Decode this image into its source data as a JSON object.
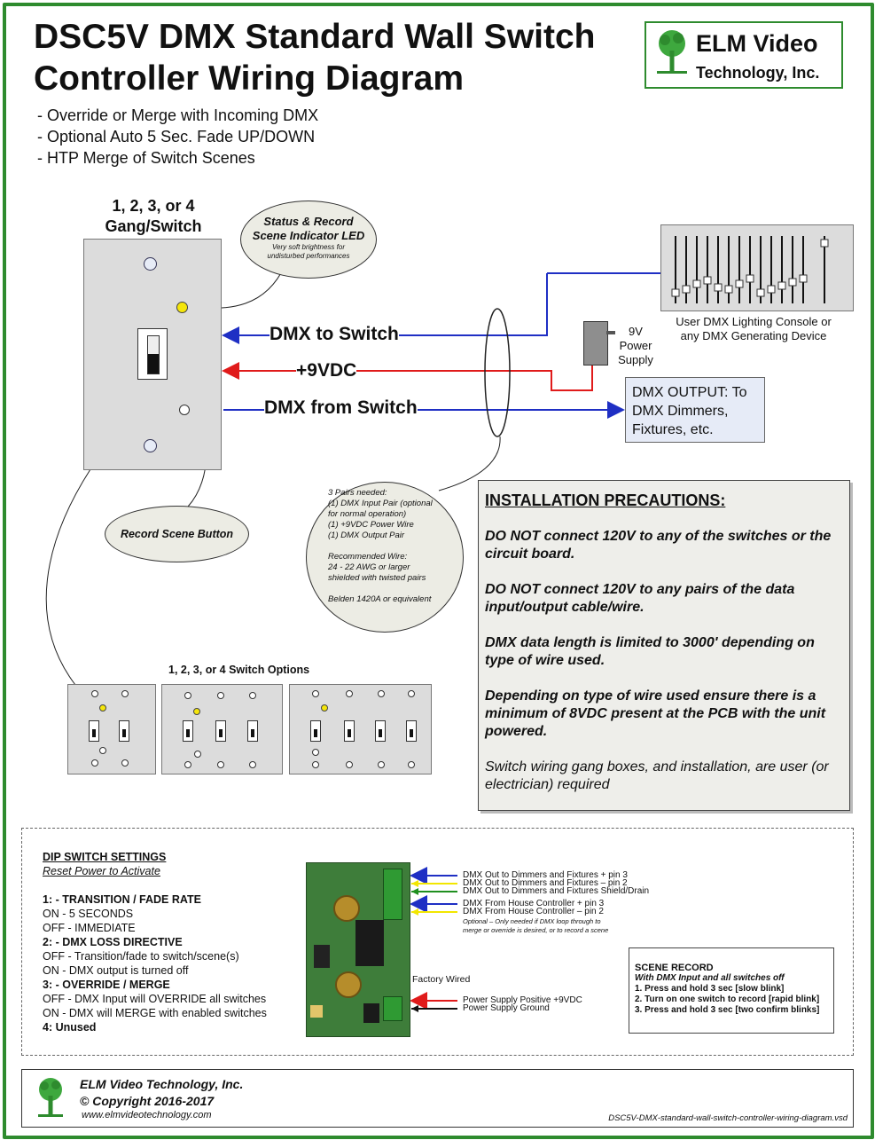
{
  "header": {
    "title_line1": "DSC5V DMX Standard Wall Switch",
    "title_line2": "Controller Wiring Diagram",
    "bullets": [
      "- Override or Merge with Incoming DMX",
      "- Optional Auto 5 Sec. Fade UP/DOWN",
      "- HTP Merge of Switch Scenes"
    ]
  },
  "logo": {
    "name_line1": "ELM Video",
    "name_line2": "Technology, Inc.",
    "icon": "tree-icon",
    "color": "#2e8b2e"
  },
  "switch": {
    "title_line1": "1, 2, 3, or 4",
    "title_line2": "Gang/Switch",
    "led_note_title_line1": "Status & Record",
    "led_note_title_line2": "Scene Indicator LED",
    "led_note_sub_line1": "Very soft brightness for",
    "led_note_sub_line2": "undisturbed performances",
    "record_button_note": "Record Scene Button"
  },
  "wires": {
    "dmx_to": "DMX to Switch",
    "power": "+9VDC",
    "dmx_from": "DMX from Switch",
    "dmx_color": "#1f2fc4",
    "power_color": "#e01b1b"
  },
  "console": {
    "caption_line1": "User DMX Lighting Console or",
    "caption_line2": "any DMX Generating Device"
  },
  "psu": {
    "line1": "9V",
    "line2": "Power",
    "line3": "Supply"
  },
  "dmx_output": {
    "line1": "DMX OUTPUT: To",
    "line2": "DMX Dimmers,",
    "line3": "Fixtures, etc."
  },
  "cable_note": [
    "3 Pairs needed:",
    "(1) DMX Input Pair (optional",
    "for normal operation)",
    "(1) +9VDC Power Wire",
    "(1) DMX Output Pair",
    "",
    "Recommended Wire:",
    "24 - 22 AWG or larger",
    "shielded with twisted pairs",
    "",
    "Belden 1420A or equivalent"
  ],
  "precautions": {
    "heading": "INSTALLATION PRECAUTIONS:",
    "p1": "DO NOT connect 120V to any of the switches or the circuit board.",
    "p2": "DO NOT connect 120V to any pairs of the data input/output cable/wire.",
    "p3": "DMX data length is limited to 3000' depending on type of wire used.",
    "p4": "Depending on type of wire used ensure there is a minimum of 8VDC present at the PCB with the unit powered.",
    "p5": "Switch wiring gang boxes, and installation, are user (or electrician) required"
  },
  "options_title": "1, 2, 3, or 4 Switch Options",
  "dip": {
    "heading": "DIP SWITCH SETTINGS",
    "subheading": "Reset Power to Activate",
    "lines": [
      {
        "text": "1: - TRANSITION / FADE RATE",
        "bold": true
      },
      {
        "text": "ON - 5 SECONDS",
        "bold": false
      },
      {
        "text": "OFF - IMMEDIATE",
        "bold": false
      },
      {
        "text": "2: - DMX LOSS DIRECTIVE",
        "bold": true
      },
      {
        "text": "OFF - Transition/fade to switch/scene(s)",
        "bold": false
      },
      {
        "text": "ON - DMX output is turned off",
        "bold": false
      },
      {
        "text": "3: - OVERRIDE / MERGE",
        "bold": true
      },
      {
        "text": "OFF - DMX Input will OVERRIDE all switches",
        "bold": false
      },
      {
        "text": "ON - DMX will MERGE with enabled switches",
        "bold": false
      },
      {
        "text": "4: Unused",
        "bold": true
      }
    ]
  },
  "pins": {
    "out_plus": "DMX Out to Dimmers and Fixtures + pin 3",
    "out_minus": "DMX Out to Dimmers and Fixtures – pin 2",
    "out_shield": "DMX Out to Dimmers and Fixtures Shield/Drain",
    "in_plus": "DMX From House Controller + pin 3",
    "in_minus": "DMX From House Controller – pin 2",
    "in_note_line1": "Optional – Only needed if DMX loop through to",
    "in_note_line2": "merge or override is desired, or to record a scene",
    "factory": "Factory Wired",
    "psu_plus": "Power Supply Positive +9VDC",
    "psu_ground": "Power Supply Ground"
  },
  "scene_record": {
    "heading": "SCENE RECORD",
    "subheading": "With DMX Input and all switches off",
    "steps": [
      "1. Press and hold 3 sec [slow blink]",
      "2. Turn on one switch to record [rapid blink]",
      "3. Press and hold 3 sec [two confirm blinks]"
    ]
  },
  "footer": {
    "company": "ELM Video Technology, Inc.",
    "copyright": "© Copyright 2016-2017",
    "website": "www.elmvideotechnology.com",
    "filename": "DSC5V-DMX-standard-wall-switch-controller-wiring-diagram.vsd"
  }
}
